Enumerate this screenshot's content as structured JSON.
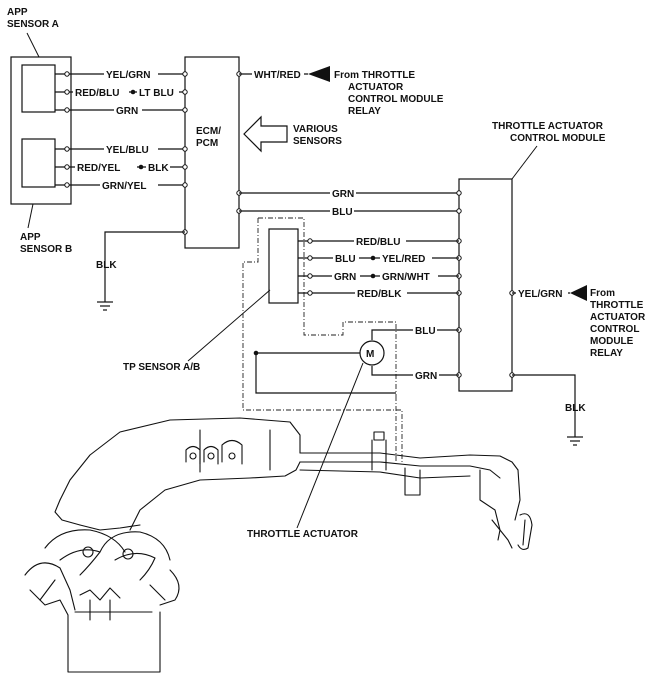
{
  "labels": {
    "app_sensor_a": [
      "APP",
      "SENSOR A"
    ],
    "app_sensor_b": [
      "APP",
      "SENSOR B"
    ],
    "ecm_pcm": [
      "ECM/",
      "PCM"
    ],
    "various_sensors": [
      "VARIOUS",
      "SENSORS"
    ],
    "from_tacm_relay_top": [
      "From THROTTLE",
      "ACTUATOR",
      "CONTROL MODULE",
      "RELAY"
    ],
    "tacm": [
      "THROTTLE ACTUATOR",
      "CONTROL MODULE"
    ],
    "from_tacm_relay_right": [
      "From",
      "THROTTLE",
      "ACTUATOR",
      "CONTROL",
      "MODULE",
      "RELAY"
    ],
    "tp_sensor": "TP SENSOR A/B",
    "throttle_actuator": "THROTTLE ACTUATOR",
    "motor_symbol": "M"
  },
  "wires": {
    "app_a_signal": "YEL/GRN",
    "app_a_ref": "RED/BLU",
    "app_a_ref_ecm": "LT BLU",
    "app_a_ground": "GRN",
    "app_b_signal": "YEL/BLU",
    "app_b_ref": "RED/YEL",
    "app_b_ref_ecm": "BLK",
    "app_b_ground": "GRN/YEL",
    "ecm_power": "WHT/RED",
    "ecm_ground": "BLK",
    "ecm_tacm_1": "GRN",
    "ecm_tacm_2": "BLU",
    "tp_1": "RED/BLU",
    "tp_2_sensor": "BLU",
    "tp_2_module": "YEL/RED",
    "tp_3_sensor": "GRN",
    "tp_3_module": "GRN/WHT",
    "tp_4": "RED/BLK",
    "motor_1": "BLU",
    "motor_2": "GRN",
    "tacm_power": "YEL/GRN",
    "tacm_ground": "BLK"
  }
}
